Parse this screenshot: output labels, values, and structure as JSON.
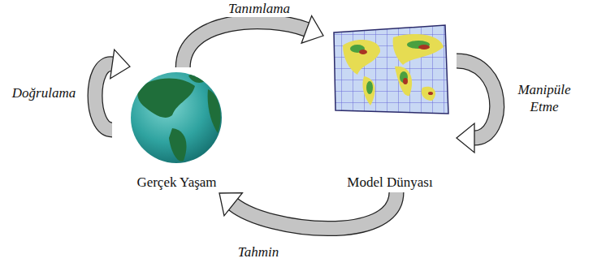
{
  "diagram": {
    "nodes": [
      {
        "text": [
          "Gerçek Yaşam"
        ]
      },
      {
        "text": [
          "Model Dünyası"
        ]
      }
    ],
    "edges": [
      {
        "from": 0,
        "to": 1,
        "arrow": "to",
        "label": "Tanımlama"
      },
      {
        "from": 1,
        "to": 1,
        "arrow": "to",
        "label": "Manipüle Etme"
      },
      {
        "from": 1,
        "to": 0,
        "arrow": "to",
        "label": "Tahmin"
      },
      {
        "from": 0,
        "to": 0,
        "arrow": "to",
        "label": "Doğrulama"
      }
    ]
  }
}
